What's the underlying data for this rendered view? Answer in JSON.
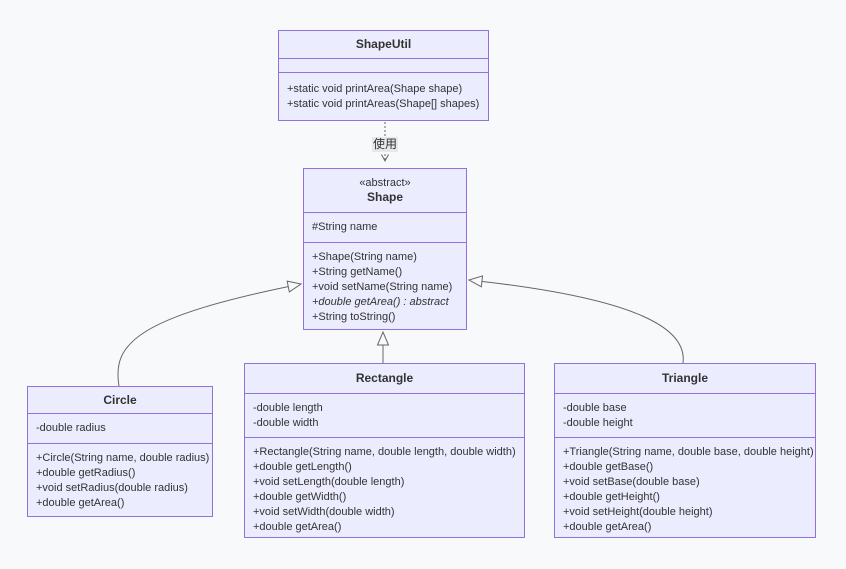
{
  "classes": {
    "shapeutil": {
      "name": "ShapeUtil",
      "attributes": [],
      "methods": [
        "+static void printArea(Shape shape)",
        "+static void printAreas(Shape[] shapes)"
      ]
    },
    "shape": {
      "stereotype": "«abstract»",
      "name": "Shape",
      "attributes": [
        "#String name"
      ],
      "methods": [
        "+Shape(String name)",
        "+String getName()",
        "+void setName(String name)",
        {
          "text": "+double getArea() : abstract",
          "style": "italic"
        },
        "+String toString()"
      ]
    },
    "circle": {
      "name": "Circle",
      "attributes": [
        "-double radius"
      ],
      "methods": [
        "+Circle(String name, double radius)",
        "+double getRadius()",
        "+void setRadius(double radius)",
        "+double getArea()"
      ]
    },
    "rectangle": {
      "name": "Rectangle",
      "attributes": [
        "-double length",
        "-double width"
      ],
      "methods": [
        "+Rectangle(String name, double length, double width)",
        "+double getLength()",
        "+void setLength(double length)",
        "+double getWidth()",
        "+void setWidth(double width)",
        "+double getArea()"
      ]
    },
    "triangle": {
      "name": "Triangle",
      "attributes": [
        "-double base",
        "-double height"
      ],
      "methods": [
        "+Triangle(String name, double base, double height)",
        "+double getBase()",
        "+void setBase(double base)",
        "+double getHeight()",
        "+void setHeight(double height)",
        "+double getArea()"
      ]
    }
  },
  "edges": {
    "dependency": {
      "type": "dependency",
      "from": "ShapeUtil",
      "to": "Shape",
      "label": "使用"
    },
    "circle_inheritance": {
      "type": "inheritance",
      "from": "Circle",
      "to": "Shape"
    },
    "rectangle_inheritance": {
      "type": "inheritance",
      "from": "Rectangle",
      "to": "Shape"
    },
    "triangle_inheritance": {
      "type": "inheritance",
      "from": "Triangle",
      "to": "Shape"
    }
  },
  "colors": {
    "background": "#F8F9FA",
    "class_fill": "#ECECFF",
    "class_border": "#9370DB",
    "edge": "#666666",
    "label_background": "#E8E8E8",
    "text": "#333333"
  }
}
